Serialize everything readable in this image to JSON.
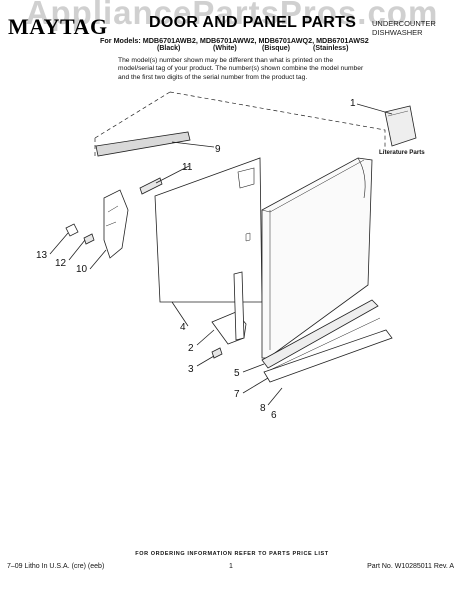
{
  "watermark": "AppliancePartsPros.com",
  "header": {
    "brand": "MAYTAG",
    "title": "DOOR AND PANEL PARTS",
    "category_line1": "UNDERCOUNTER",
    "category_line2": "DISHWASHER",
    "models_line": "For Models: MDB6701AWB2, MDB6701AWW2, MDB6701AWQ2, MDB6701AWS2",
    "finishes": [
      "(Black)",
      "(White)",
      "(Bisque)",
      "(Stainless)"
    ],
    "note": "The model(s) number shown may be different than what is printed on the model/serial tag of your product. The number(s) shown combine the model number and the first two digits of the serial number from the product tag."
  },
  "diagram": {
    "literature_label": "Literature Parts",
    "callouts": [
      "1",
      "2",
      "3",
      "4",
      "5",
      "6",
      "7",
      "8",
      "9",
      "10",
      "11",
      "12",
      "13"
    ]
  },
  "footer": {
    "ordering": "FOR ORDERING INFORMATION REFER TO PARTS PRICE LIST",
    "litho": "7–09 Litho In U.S.A. (cre) (eeb)",
    "page": "1",
    "part_no": "Part No. W10285011 Rev. A"
  }
}
